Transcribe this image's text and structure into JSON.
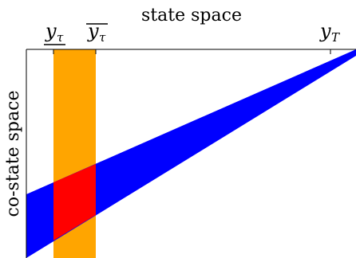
{
  "diagram": {
    "title": "state space",
    "ylabel": "co-state space",
    "labels": {
      "y_tau_lower": {
        "base": "y",
        "sub": "τ",
        "decoration": "underline"
      },
      "y_tau_upper": {
        "base": "y",
        "sub": "τ",
        "decoration": "overline"
      },
      "y_T": {
        "base": "y",
        "sub": "T"
      }
    },
    "colors": {
      "band": "#0000ff",
      "strip": "#ffa500",
      "intersection": "#ff0000",
      "axes": "#000000",
      "background": "#ffffff"
    }
  }
}
